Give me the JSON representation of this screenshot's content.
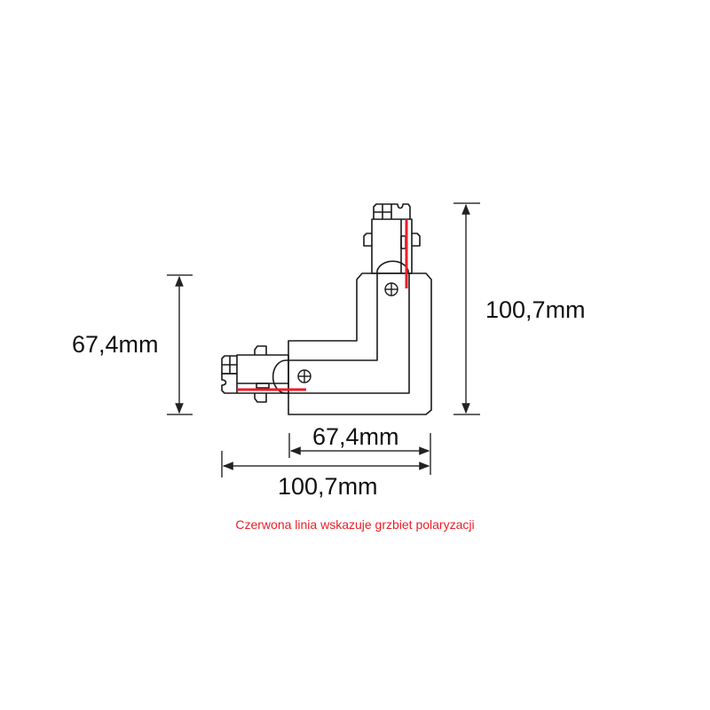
{
  "diagram": {
    "type": "technical-drawing",
    "subject": "L-shaped track connector",
    "colors": {
      "outline": "#1a1a1a",
      "dimension_line": "#333333",
      "polarity_mark": "#ee1c25",
      "caption": "#ee1c25"
    }
  },
  "dimensions": {
    "left_vertical": "67,4mm",
    "right_vertical": "100,7mm",
    "bottom_short": "67,4mm",
    "bottom_long": "100,7mm"
  },
  "caption": "Czerwona linia wskazuje grzbiet polaryzacji"
}
